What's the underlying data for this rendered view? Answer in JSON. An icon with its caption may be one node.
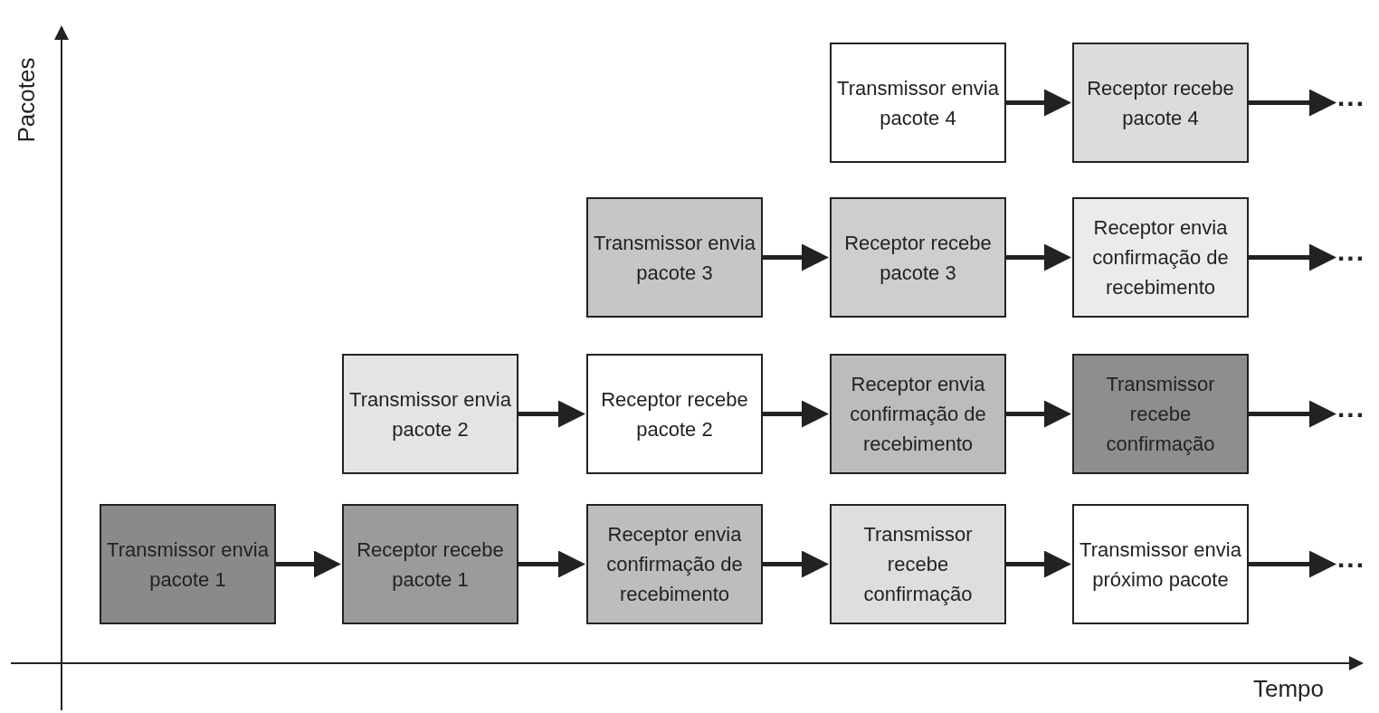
{
  "diagram": {
    "nodes": [
      {
        "text": [
          "Transmissor envia pacote 4"
        ]
      },
      {
        "text": [
          "Receptor recebe pacote 4"
        ]
      },
      {
        "text": [
          "Transmissor envia pacote 3"
        ]
      },
      {
        "text": [
          "Receptor recebe pacote 3"
        ]
      },
      {
        "text": [
          "Receptor envia confirmação de recebimento"
        ]
      },
      {
        "text": [
          "Transmissor envia pacote 2"
        ]
      },
      {
        "text": [
          "Receptor recebe pacote 2"
        ]
      },
      {
        "text": [
          "Receptor envia confirmação de recebimento"
        ]
      },
      {
        "text": [
          "Transmissor recebe confirmação"
        ]
      },
      {
        "text": [
          "Transmissor envia pacote 1"
        ]
      },
      {
        "text": [
          "Receptor recebe pacote 1"
        ]
      },
      {
        "text": [
          "Receptor envia confirmação de recebimento"
        ]
      },
      {
        "text": [
          "Transmissor recebe confirmação"
        ]
      },
      {
        "text": [
          "Transmissor envia próximo pacote"
        ]
      },
      {
        "text": [
          "..."
        ]
      },
      {
        "text": [
          "..."
        ]
      },
      {
        "text": [
          "..."
        ]
      },
      {
        "text": [
          "..."
        ]
      }
    ],
    "edges": [
      {
        "from": 0,
        "to": 1,
        "arrow": "to"
      },
      {
        "from": 1,
        "to": 14,
        "arrow": "to"
      },
      {
        "from": 2,
        "to": 3,
        "arrow": "to"
      },
      {
        "from": 3,
        "to": 4,
        "arrow": "to"
      },
      {
        "from": 4,
        "to": 15,
        "arrow": "to"
      },
      {
        "from": 5,
        "to": 6,
        "arrow": "to"
      },
      {
        "from": 6,
        "to": 7,
        "arrow": "to"
      },
      {
        "from": 7,
        "to": 8,
        "arrow": "to"
      },
      {
        "from": 8,
        "to": 16,
        "arrow": "to"
      },
      {
        "from": 9,
        "to": 10,
        "arrow": "to"
      },
      {
        "from": 10,
        "to": 11,
        "arrow": "to"
      },
      {
        "from": 11,
        "to": 12,
        "arrow": "to"
      },
      {
        "from": 12,
        "to": 13,
        "arrow": "to"
      },
      {
        "from": 13,
        "to": 17,
        "arrow": "to"
      }
    ],
    "labels": [
      "Pacotes",
      "Tempo"
    ]
  }
}
